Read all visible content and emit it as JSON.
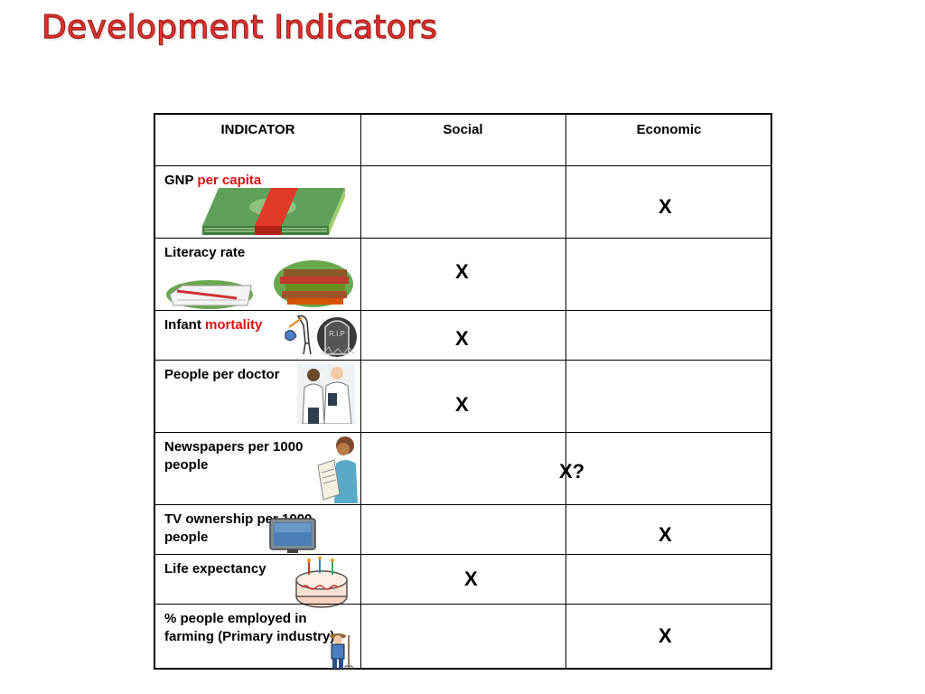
{
  "slide": {
    "title": "Development Indicators"
  },
  "table": {
    "headers": {
      "indicator": "INDICATOR",
      "social": "Social",
      "economic": "Economic"
    },
    "rows": [
      {
        "label_a": "GNP ",
        "label_b": "per capita",
        "mark": "X",
        "column": "Economic"
      },
      {
        "label_a": "Literacy rate",
        "label_b": "",
        "mark": "X",
        "column": "Social"
      },
      {
        "label_a": "Infant ",
        "label_b": "mortality",
        "mark": "X",
        "column": "Social"
      },
      {
        "label_a": "People per doctor",
        "label_b": "",
        "mark": "X",
        "column": "Social"
      },
      {
        "label_a": "Newspapers per 1000 people",
        "label_b": "",
        "mark": "X?",
        "column": "Social/Economic"
      },
      {
        "label_a": "TV ownership per 1000 people",
        "label_b": "",
        "mark": "X",
        "column": "Economic"
      },
      {
        "label_a": "Life expectancy",
        "label_b": "",
        "mark": "X",
        "column": "Social"
      },
      {
        "label_a": "% people employed in farming (Primary industry)",
        "label_b": "",
        "mark": "X",
        "column": "Economic"
      }
    ]
  },
  "icons": [
    "money-stack-icon",
    "books-icon",
    "stork-baby-icon",
    "gravestone-icon",
    "doctors-icon",
    "newspaper-reader-icon",
    "television-icon",
    "birthday-cake-icon",
    "farmer-icon"
  ],
  "colors": {
    "title": "#e8322f",
    "highlight": "#e01010"
  }
}
